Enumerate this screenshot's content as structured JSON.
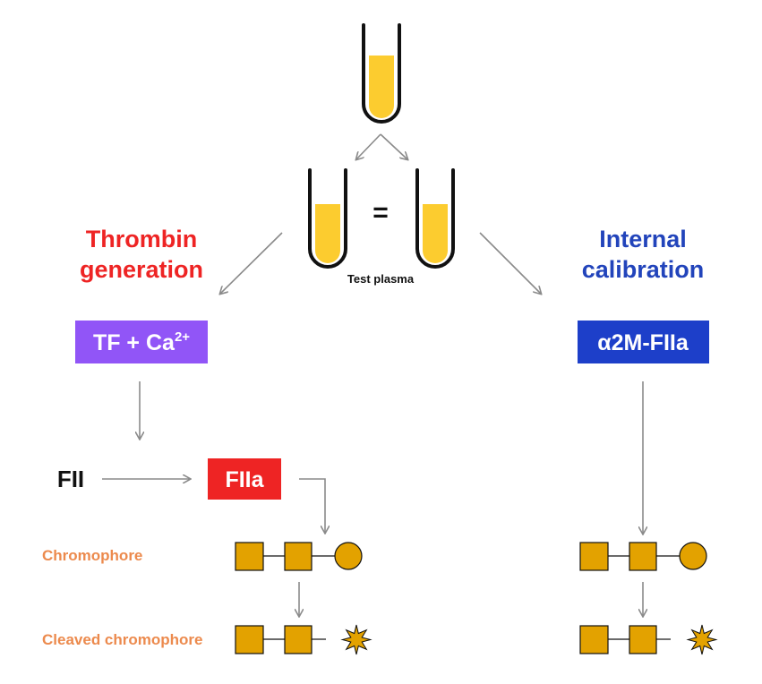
{
  "colors": {
    "thrombin_red": "#ee2424",
    "calibration_blue": "#2244bb",
    "tf_box": "#9155f7",
    "fiia_box": "#ee2424",
    "a2m_box": "#1d3fc9",
    "chromophore_label": "#ec8a4d",
    "chromophore_fill": "#e3a200",
    "plasma_fill": "#fccc2f",
    "arrow_gray": "#8a8a8a"
  },
  "top": {
    "equals": "=",
    "test_plasma": "Test plasma"
  },
  "thrombin_generation": {
    "title_line1": "Thrombin",
    "title_line2": "generation",
    "trigger_text": "TF + Ca",
    "trigger_sup": "2+",
    "substrate": "FII",
    "enzyme": "FIIa"
  },
  "internal_calibration": {
    "title_line1": "Internal",
    "title_line2": "calibration",
    "calibrator": "α2M-FIIa"
  },
  "labels": {
    "chromophore": "Chromophore",
    "cleaved_chromophore": "Cleaved chromophore"
  }
}
